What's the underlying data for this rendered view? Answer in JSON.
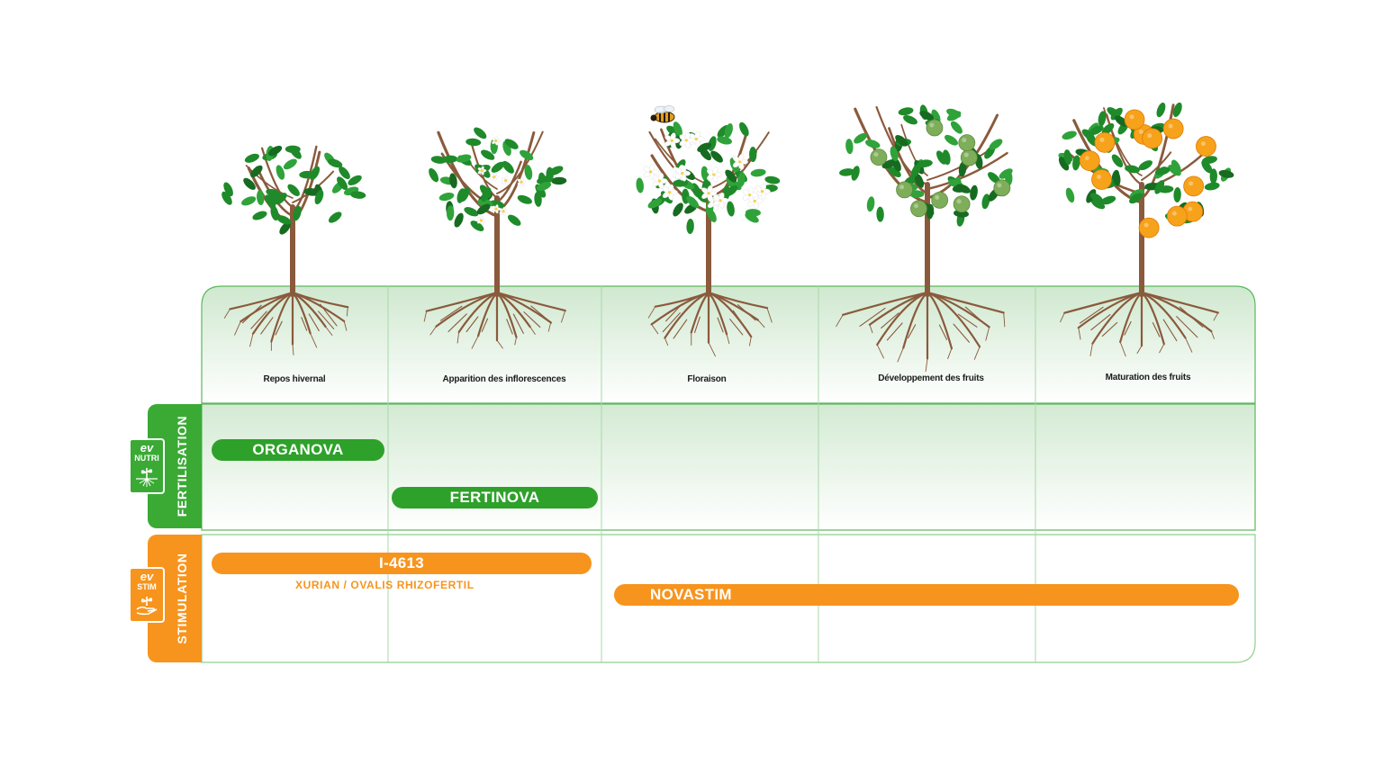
{
  "stages": [
    {
      "label": "Repos hivernal",
      "tree": "bare-leaf-tree"
    },
    {
      "label": "Apparition des inflorescences",
      "tree": "budding-tree"
    },
    {
      "label": "Floraison",
      "tree": "flowering-tree-with-bee"
    },
    {
      "label": "Développement des fruits",
      "tree": "green-fruit-tree"
    },
    {
      "label": "Maturation des fruits",
      "tree": "orange-fruit-tree"
    }
  ],
  "rows": {
    "fertilisation": {
      "label": "FERTILISATION",
      "logo": {
        "brand": "ev",
        "name": "NUTRI"
      },
      "color": "#3aaa35"
    },
    "stimulation": {
      "label": "STIMULATION",
      "logo": {
        "brand": "ev",
        "name": "STIM"
      },
      "color": "#f7941d"
    }
  },
  "products": {
    "organova": "ORGANOVA",
    "fertinova": "FERTINOVA",
    "i4613": "I-4613",
    "i4613_note": "XURIAN / OVALIS RHIZOFERTIL",
    "novastim": "NOVASTIM"
  },
  "colors": {
    "green": "#3aaa35",
    "dark_green": "#2ea12a",
    "orange": "#f7941d",
    "fruit_unripe": "#7fae5a",
    "fruit_ripe": "#f7a21b"
  }
}
